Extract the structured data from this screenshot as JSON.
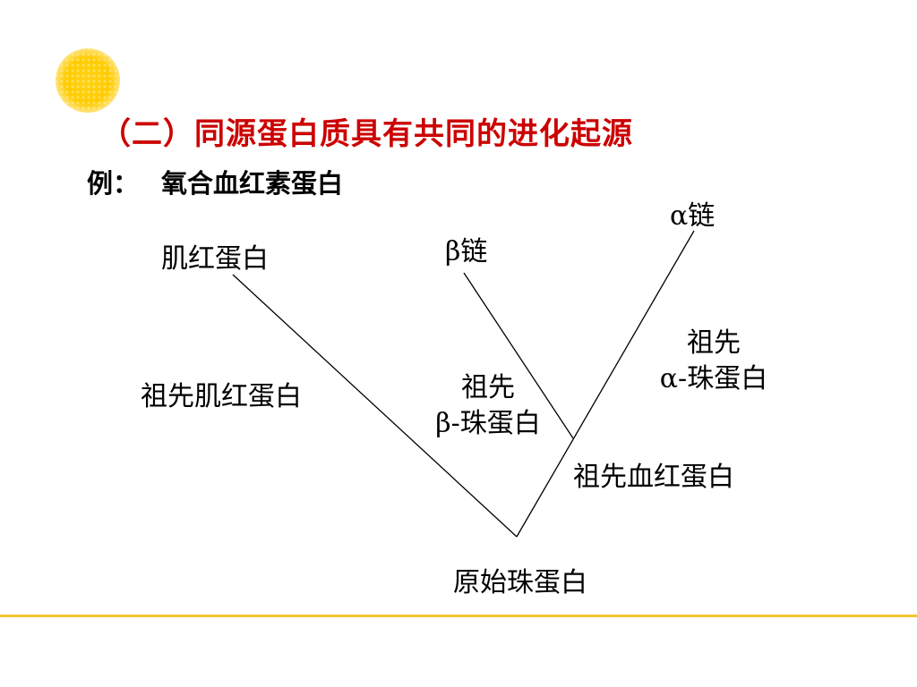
{
  "title": "（二）同源蛋白质具有共同的进化起源",
  "example": {
    "label": "例：",
    "value": "氧合血红素蛋白"
  },
  "tree": {
    "leaves": {
      "myoglobin": "肌红蛋白",
      "beta_chain": "β链",
      "alpha_chain": "α链"
    },
    "ancestors": {
      "ancestral_myoglobin": "祖先肌红蛋白",
      "ancestral_beta": {
        "line1": "祖先",
        "line2": "β-珠蛋白"
      },
      "ancestral_alpha": {
        "line1": "祖先",
        "line2": "α-珠蛋白"
      },
      "ancestral_hemoglobin": "祖先血红蛋白"
    },
    "root": "原始珠蛋白"
  },
  "colors": {
    "title": "#cc0000",
    "sun": "#ffcc00",
    "rule": "#f4c430"
  },
  "icons": {
    "decoration": "sun-icon"
  }
}
